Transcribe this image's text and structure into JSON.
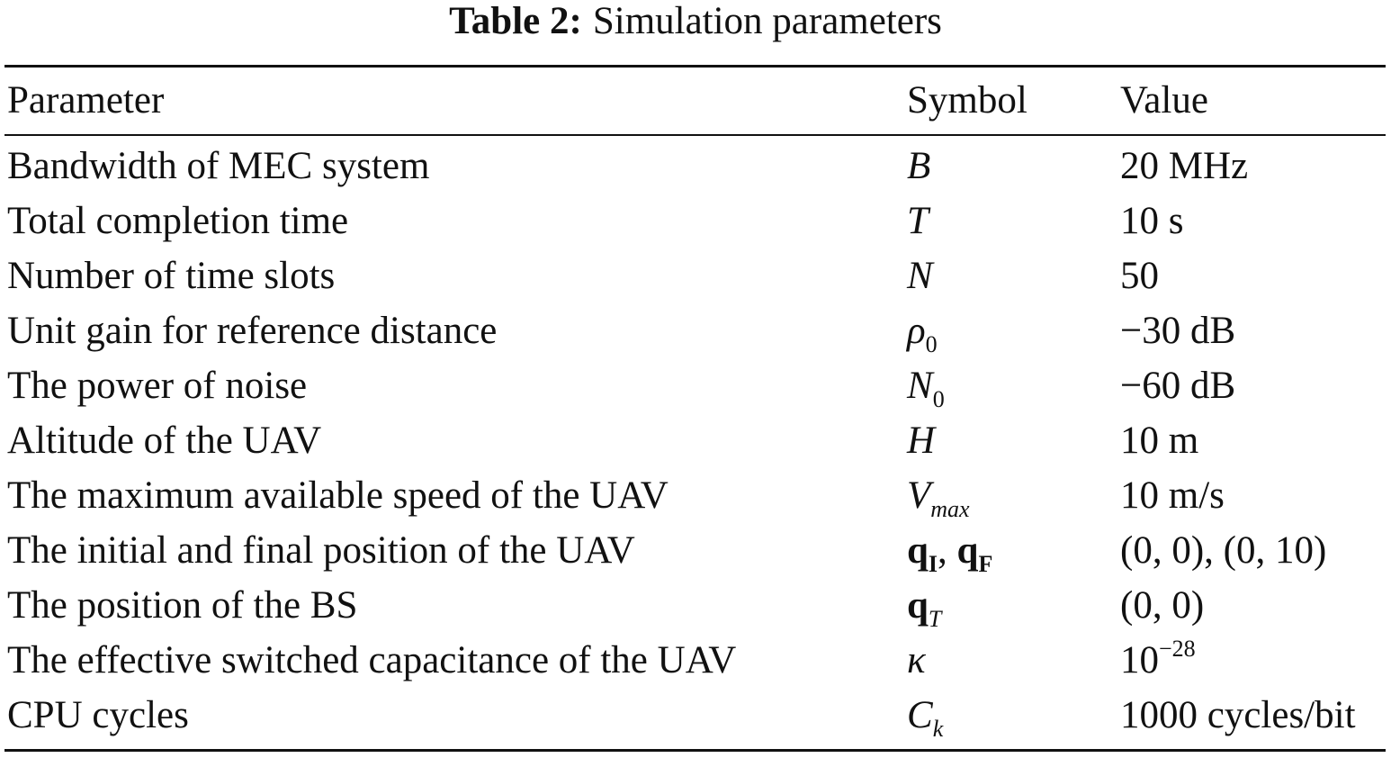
{
  "caption": {
    "label": "Table 2:",
    "text": "Simulation parameters"
  },
  "table": {
    "headers": {
      "parameter": "Parameter",
      "symbol": "Symbol",
      "value": "Value"
    },
    "rows": [
      {
        "parameter": "Bandwidth of MEC system",
        "symbol": {
          "base": "B",
          "sub": ""
        },
        "value": "20 MHz"
      },
      {
        "parameter": "Total completion time",
        "symbol": {
          "base": "T",
          "sub": ""
        },
        "value": "10 s"
      },
      {
        "parameter": "Number of time slots",
        "symbol": {
          "base": "N",
          "sub": ""
        },
        "value": "50"
      },
      {
        "parameter": "Unit gain for reference distance",
        "symbol": {
          "base": "ρ",
          "sub": "0"
        },
        "value": "−30 dB"
      },
      {
        "parameter": "The power of noise",
        "symbol": {
          "base": "N",
          "sub": "0"
        },
        "value": "−60 dB"
      },
      {
        "parameter": "Altitude of the UAV",
        "symbol": {
          "base": "H",
          "sub": ""
        },
        "value": "10 m"
      },
      {
        "parameter": "The maximum available speed of the UAV",
        "symbol": {
          "base": "V",
          "sub": "max"
        },
        "value": "10 m/s"
      },
      {
        "parameter": "The initial and final position of the UAV",
        "symbol": {
          "base": "q",
          "sub": "I",
          "sep": ", ",
          "base2": "q",
          "sub2": "F"
        },
        "value": "(0, 0), (0, 10)"
      },
      {
        "parameter": "The position of the BS",
        "symbol": {
          "base": "q",
          "sub": "T"
        },
        "value": "(0, 0)"
      },
      {
        "parameter": "The effective switched capacitance of the UAV",
        "symbol": {
          "base": "κ",
          "sub": ""
        },
        "value": {
          "base": "10",
          "sup": "−28"
        }
      },
      {
        "parameter": "CPU cycles",
        "symbol": {
          "base": "C",
          "sub": "k"
        },
        "value": "1000 cycles/bit"
      }
    ]
  }
}
